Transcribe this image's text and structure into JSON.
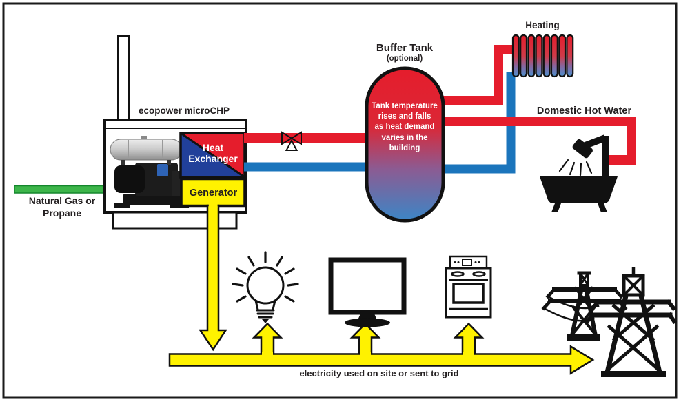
{
  "labels": {
    "unit": "ecopower microCHP",
    "fuel": "Natural Gas or\nPropane",
    "heat_exchanger": "Heat\nExchanger",
    "generator": "Generator",
    "buffer_tank": "Buffer Tank",
    "buffer_tank_optional": "(optional)",
    "tank_note": "Tank temperature\nrises and falls\nas heat demand\nvaries in the\nbuilding",
    "heating": "Heating",
    "domestic_hot_water": "Domestic Hot Water",
    "electricity": "electricity used on site or sent to grid"
  },
  "colors": {
    "hot_red": "#e51d2c",
    "cold_blue": "#1b75bc",
    "electric_yellow": "#fff200",
    "fuel_green": "#3db54a",
    "hx_navy": "#21409a",
    "outline": "#111111"
  },
  "icons": {
    "flue": "flue-pipe",
    "engine": "chp-engine-photo",
    "valve": "check-valve",
    "radiator": "heating-coil",
    "shower": "shower-head",
    "bathtub": "bathtub",
    "bulb": "light-bulb",
    "tv": "television",
    "stove": "kitchen-stove",
    "grid": "transmission-towers"
  }
}
